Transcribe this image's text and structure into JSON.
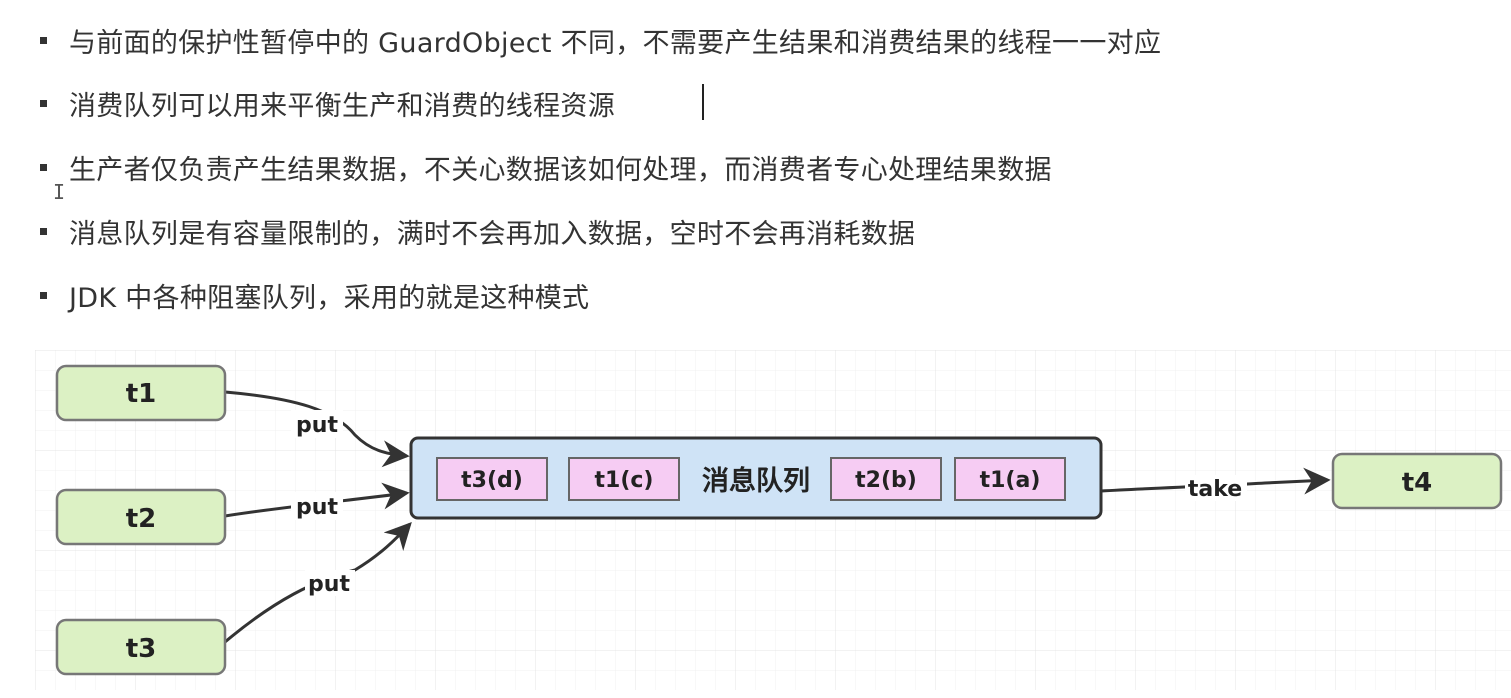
{
  "bullets": [
    "与前面的保护性暂停中的 GuardObject 不同，不需要产生结果和消费结果的线程一一对应",
    "消费队列可以用来平衡生产和消费的线程资源",
    "生产者仅负责产生结果数据，不关心数据该如何处理，而消费者专心处理结果数据",
    "消息队列是有容量限制的，满时不会再加入数据，空时不会再消耗数据",
    "JDK 中各种阻塞队列，采用的就是这种模式"
  ],
  "cursor_glyph": "I",
  "diagram": {
    "producers": [
      "t1",
      "t2",
      "t3"
    ],
    "consumer": "t4",
    "queue_label": "消息队列",
    "queue_items_left": [
      "t3(d)",
      "t1(c)"
    ],
    "queue_items_right": [
      "t2(b)",
      "t1(a)"
    ],
    "put_label": "put",
    "take_label": "take",
    "colors": {
      "thread_fill": "#dcf1c4",
      "thread_stroke": "#777777",
      "queue_fill": "#cfe3f6",
      "queue_stroke": "#333333",
      "item_fill": "#f6ccf3",
      "item_stroke": "#666666",
      "grid": "#e9e9e9",
      "edge": "#333333"
    }
  }
}
